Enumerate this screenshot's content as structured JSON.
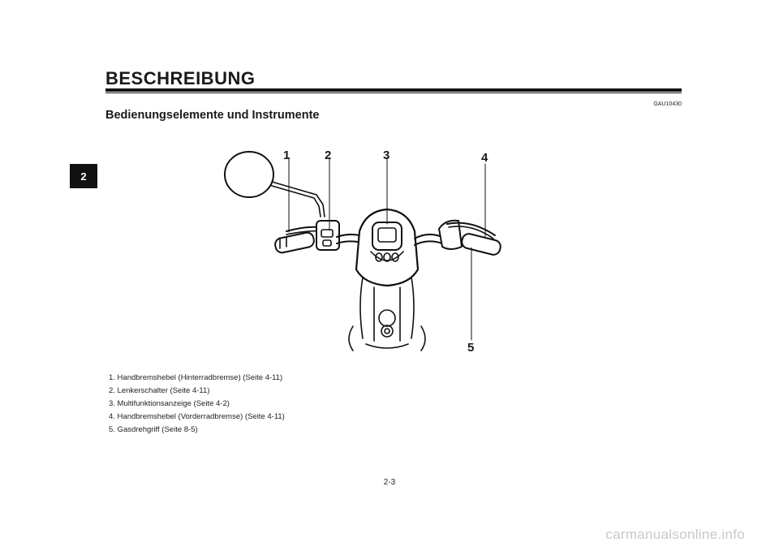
{
  "header": {
    "title": "BESCHREIBUNG",
    "chapter_tab": "2",
    "doc_code": "GAU10430"
  },
  "section": {
    "heading": "Bedienungselemente und Instrumente"
  },
  "figure": {
    "callouts": [
      "1",
      "2",
      "3",
      "4",
      "5"
    ]
  },
  "legend": [
    "1.  Handbremshebel (Hinterradbremse) (Seite 4-11)",
    "2.  Lenkerschalter (Seite 4-11)",
    "3.  Multifunktionsanzeige (Seite 4-2)",
    "4.  Handbremshebel (Vorderradbremse) (Seite 4-11)",
    "5.  Gasdrehgriff (Seite 8-5)"
  ],
  "footer": {
    "page_number": "2-3",
    "watermark": "carmanualsonline.info"
  }
}
